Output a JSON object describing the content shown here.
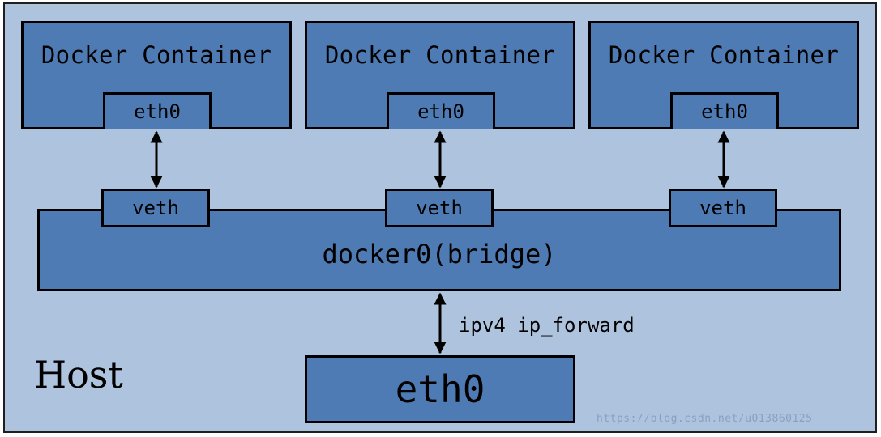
{
  "host": {
    "label": "Host"
  },
  "containers": [
    {
      "title": "Docker Container",
      "iface": "eth0",
      "veth": "veth"
    },
    {
      "title": "Docker Container",
      "iface": "eth0",
      "veth": "veth"
    },
    {
      "title": "Docker Container",
      "iface": "eth0",
      "veth": "veth"
    }
  ],
  "bridge": {
    "label": "docker0(bridge)"
  },
  "host_iface": {
    "label": "eth0"
  },
  "forward_link": {
    "label": "ipv4 ip_forward"
  },
  "watermark": {
    "text": "https://blog.csdn.net/u013860125"
  },
  "colors": {
    "host_bg": "#aec3dd",
    "box_fill": "#4f7bb4",
    "stroke": "#000000"
  }
}
